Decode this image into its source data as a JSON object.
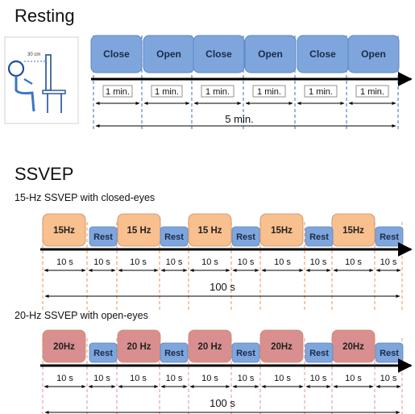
{
  "resting": {
    "title": "Resting",
    "illustration_label": "30 cm",
    "blocks": [
      "Close",
      "Open",
      "Close",
      "Open",
      "Close",
      "Open"
    ],
    "block_durations": [
      "1 min.",
      "1 min.",
      "1 min.",
      "1 min.",
      "1 min.",
      "1 min."
    ],
    "total": "5 min."
  },
  "ssvep": {
    "title": "SSVEP",
    "closed_eyes": {
      "subtitle": "15-Hz SSVEP with closed-eyes",
      "stim_labels": [
        "15Hz",
        "15 Hz",
        "15 Hz",
        "15Hz",
        "15Hz"
      ],
      "rest_label": "Rest",
      "segment_durations": [
        "10 s",
        "10 s",
        "10 s",
        "10 s",
        "10 s",
        "10 s",
        "10 s",
        "10 s",
        "10 s",
        "10 s"
      ],
      "total": "100 s",
      "stim_color": "#f8c08f"
    },
    "open_eyes": {
      "subtitle": "20-Hz SSVEP with open-eyes",
      "stim_labels": [
        "20Hz",
        "20 Hz",
        "20 Hz",
        "20Hz",
        "20Hz"
      ],
      "rest_label": "Rest",
      "segment_durations": [
        "10 s",
        "10 s",
        "10 s",
        "10 s",
        "10 s",
        "10 s",
        "10 s",
        "10 s",
        "10 s",
        "10 s"
      ],
      "total": "100 s",
      "stim_color": "#d98f8f"
    }
  },
  "colors": {
    "block_blue": "#7ea6dc",
    "block_blue_border": "#5b86c4",
    "axis": "#000000",
    "blue_dash": "#5b86c4",
    "orange_dash": "#f4a46b",
    "pink_dash": "#e8a3a3"
  }
}
